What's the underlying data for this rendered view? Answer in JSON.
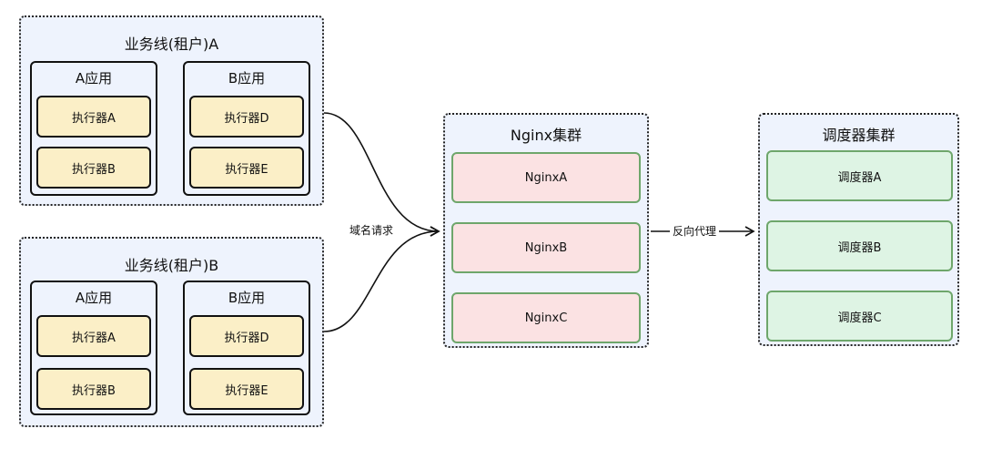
{
  "tenants": [
    {
      "title": "业务线(租户)A",
      "apps": [
        {
          "title": "A应用",
          "executors": [
            "执行器A",
            "执行器B"
          ]
        },
        {
          "title": "B应用",
          "executors": [
            "执行器D",
            "执行器E"
          ]
        }
      ]
    },
    {
      "title": "业务线(租户)B",
      "apps": [
        {
          "title": "A应用",
          "executors": [
            "执行器A",
            "执行器B"
          ]
        },
        {
          "title": "B应用",
          "executors": [
            "执行器D",
            "执行器E"
          ]
        }
      ]
    }
  ],
  "nginx_cluster": {
    "title": "Nginx集群",
    "nodes": [
      "NginxA",
      "NginxB",
      "NginxC"
    ]
  },
  "scheduler_cluster": {
    "title": "调度器集群",
    "nodes": [
      "调度器A",
      "调度器B",
      "调度器C"
    ]
  },
  "edges": {
    "domain_request_label": "域名请求",
    "reverse_proxy_label": "反向代理"
  },
  "colors": {
    "group_fill": "#eef3fd",
    "executor_fill": "#fbefc7",
    "nginx_fill": "#fbe2e3",
    "scheduler_fill": "#def4e4",
    "green_border": "#6ea66b"
  }
}
